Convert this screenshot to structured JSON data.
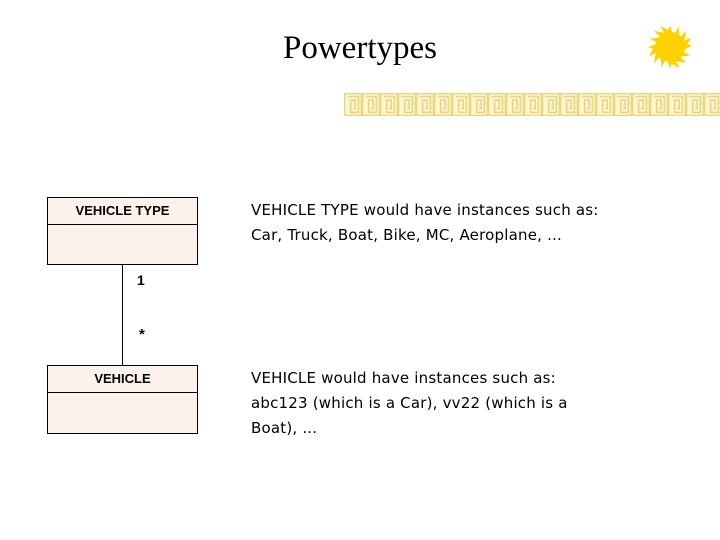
{
  "slide": {
    "title": "Powertypes",
    "background_color": "#ffffff"
  },
  "decorations": {
    "sun": {
      "icon_name": "sun-burst-icon",
      "color": "#FFD100",
      "ray_count": 16
    },
    "greek_key_border": {
      "icon_name": "greek-key-border",
      "color": "#EFE08C",
      "fill_color": "#F6EFBF",
      "repeat_count": 21
    }
  },
  "diagram": {
    "type": "uml-class-diagram",
    "border_color": "#000000",
    "box_fill_color": "#fdf2ec",
    "entities": [
      {
        "id": "vehicle-type",
        "name": "VEHICLE TYPE",
        "attributes": []
      },
      {
        "id": "vehicle",
        "name": "VEHICLE",
        "attributes": []
      }
    ],
    "association": {
      "source_multiplicity": "1",
      "target_multiplicity": "*"
    }
  },
  "descriptions": [
    {
      "id": "vehicle-type-description",
      "text": "VEHICLE TYPE would have instances such as:\nCar, Truck, Boat, Bike, MC, Aeroplane, ..."
    },
    {
      "id": "vehicle-description",
      "text": "VEHICLE would have instances such as:\nabc123 (which is a Car), vv22 (which is a\nBoat), ..."
    }
  ]
}
